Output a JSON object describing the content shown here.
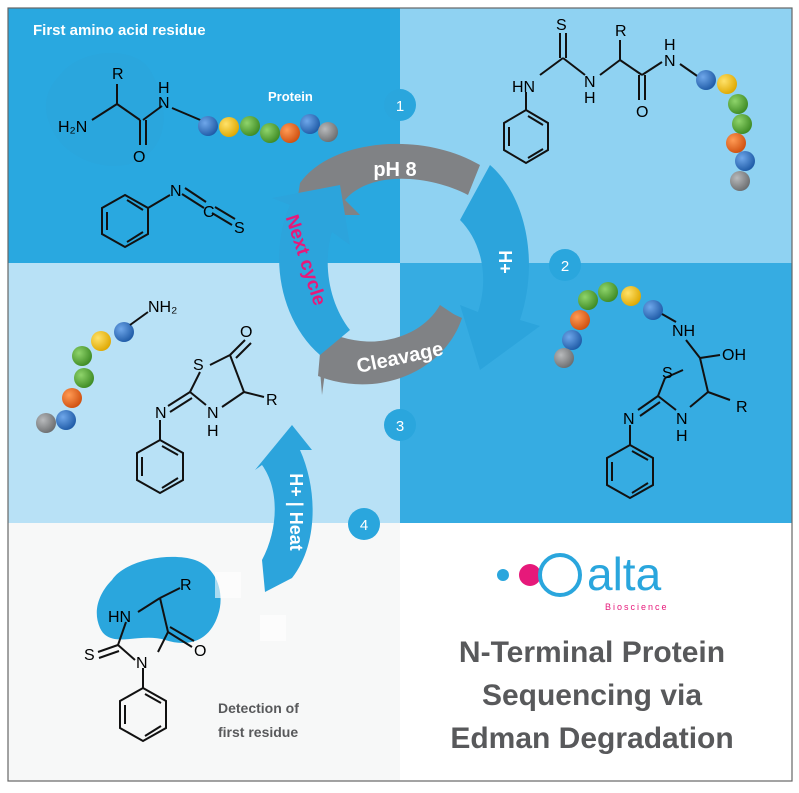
{
  "labels": {
    "first_residue": "First amino acid residue",
    "protein": "Protein",
    "detection_line1": "Detection of",
    "detection_line2": "first residue"
  },
  "cycle": {
    "ph8": "pH 8",
    "hplus": "H+",
    "cleavage": "Cleavage",
    "next_cycle": "Next cycle",
    "heat_arrow": "H+ | Heat"
  },
  "steps": [
    "1",
    "2",
    "3",
    "4"
  ],
  "atoms": {
    "R": "R",
    "H": "H",
    "N": "N",
    "O": "O",
    "S": "S",
    "C": "C",
    "HN": "HN",
    "NH": "NH",
    "OH": "OH",
    "H2N": "H₂N",
    "NH2": "NH₂"
  },
  "logo": {
    "name": "alta",
    "sub": "Bioscience"
  },
  "title": {
    "line1": "N-Terminal Protein",
    "line2": "Sequencing via",
    "line3": "Edman Degradation"
  },
  "colors": {
    "blue_dark": "#29a8e0",
    "blue_light": "#8dd0f0",
    "blue_pale": "#b9e2f6",
    "grey_arrow": "#808285",
    "pink": "#e6197a",
    "title": "#58595b",
    "bead_blue": "#2e6fc0",
    "bead_yellow": "#f5c400",
    "bead_green": "#5aac3c",
    "bead_orange": "#ef6b22",
    "bead_grey": "#8a8c8e"
  }
}
